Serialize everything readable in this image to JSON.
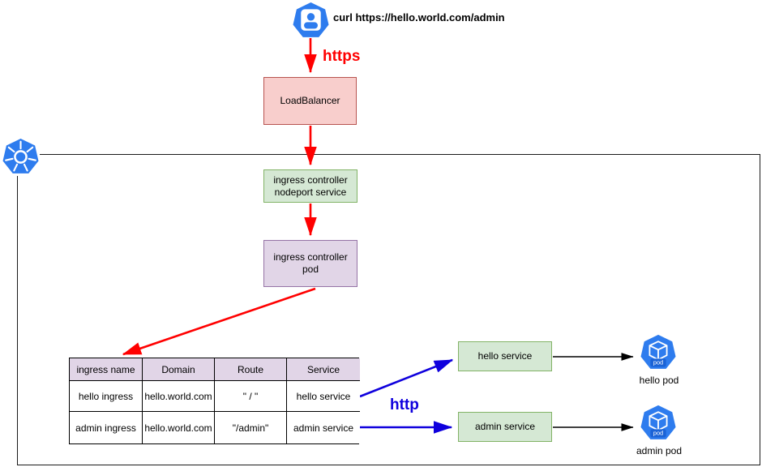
{
  "user": {
    "command": "curl https://hello.world.com/admin"
  },
  "edges": {
    "https_label": "https",
    "http_label": "http"
  },
  "nodes": {
    "load_balancer": {
      "label": "LoadBalancer"
    },
    "nodeport_service": {
      "label": "ingress controller nodeport service"
    },
    "ingress_pod": {
      "label": "ingress controller pod"
    },
    "hello_service": {
      "label": "hello service"
    },
    "admin_service": {
      "label": "admin service"
    },
    "hello_pod": {
      "label": "hello pod"
    },
    "admin_pod": {
      "label": "admin pod"
    },
    "pod_badge": "pod"
  },
  "ingress_table": {
    "headers": [
      "ingress name",
      "Domain",
      "Route",
      "Service"
    ],
    "rows": [
      [
        "hello ingress",
        "hello.world.com",
        "\" / \"",
        "hello service"
      ],
      [
        "admin ingress",
        "hello.world.com",
        "\"/admin\"",
        "admin service"
      ]
    ]
  },
  "colors": {
    "red_accent": "#ff0000",
    "blue_accent": "#0f00dd",
    "k8s_blue": "#2e7cee",
    "box_red_fill": "#f8cecc",
    "box_red_stroke": "#b85450",
    "box_green_fill": "#d5e8d4",
    "box_green_stroke": "#82b366",
    "box_purple_fill": "#e1d5e7",
    "box_purple_stroke": "#9673a6"
  }
}
